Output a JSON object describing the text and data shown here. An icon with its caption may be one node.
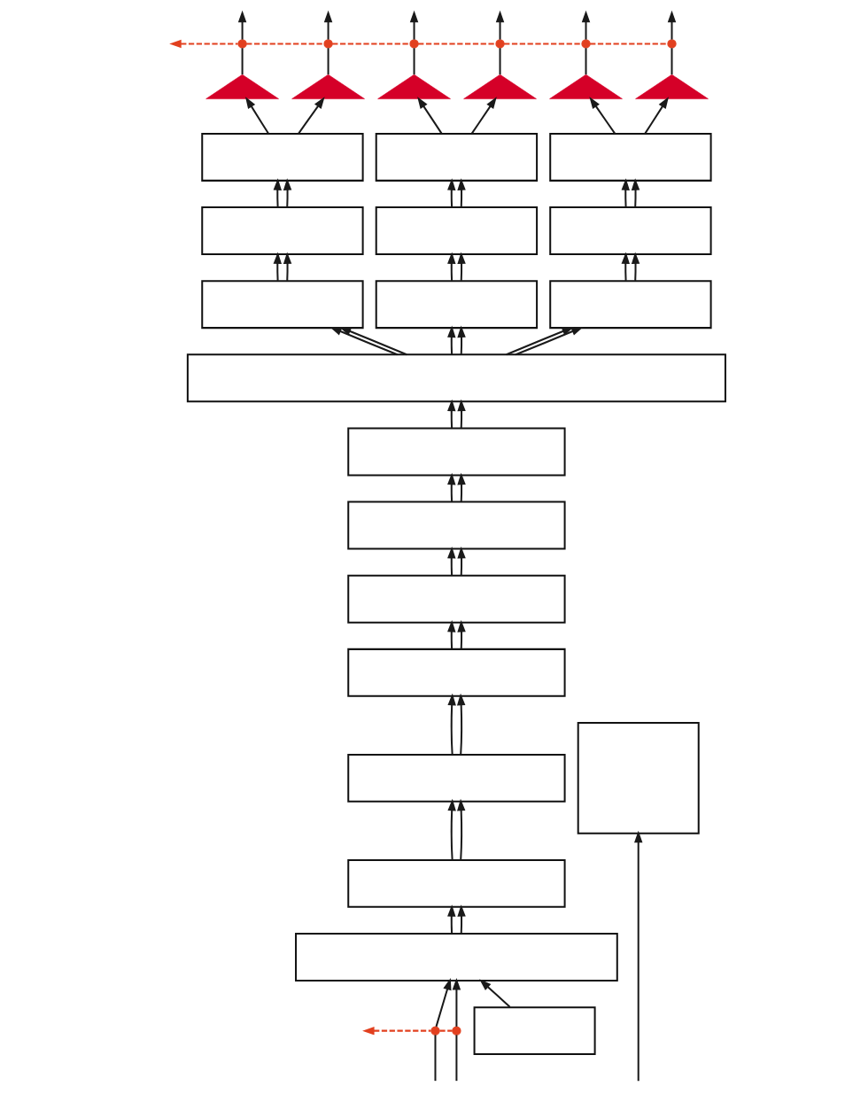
{
  "diagram": {
    "nodes": [
      {
        "text": [],
        "shape": "dot"
      },
      {
        "text": [],
        "shape": "dot"
      },
      {
        "text": [],
        "shape": "dot"
      },
      {
        "text": [],
        "shape": "dot"
      },
      {
        "text": [],
        "shape": "dot"
      },
      {
        "text": [],
        "shape": "dot"
      },
      {
        "text": [],
        "shape": "triangle"
      },
      {
        "text": [],
        "shape": "triangle"
      },
      {
        "text": [],
        "shape": "triangle"
      },
      {
        "text": [],
        "shape": "triangle"
      },
      {
        "text": [],
        "shape": "triangle"
      },
      {
        "text": [],
        "shape": "triangle"
      },
      {
        "text": [],
        "shape": "box"
      },
      {
        "text": [],
        "shape": "box"
      },
      {
        "text": [],
        "shape": "box"
      },
      {
        "text": [],
        "shape": "box"
      },
      {
        "text": [],
        "shape": "box"
      },
      {
        "text": [],
        "shape": "box"
      },
      {
        "text": [],
        "shape": "box"
      },
      {
        "text": [],
        "shape": "box"
      },
      {
        "text": [],
        "shape": "box"
      },
      {
        "text": [],
        "shape": "box"
      },
      {
        "text": [],
        "shape": "box"
      },
      {
        "text": [],
        "shape": "box"
      },
      {
        "text": [],
        "shape": "box"
      },
      {
        "text": [],
        "shape": "box"
      },
      {
        "text": [],
        "shape": "box"
      },
      {
        "text": [],
        "shape": "box"
      },
      {
        "text": [],
        "shape": "box"
      },
      {
        "text": [],
        "shape": "box"
      },
      {
        "text": [],
        "shape": "dot"
      },
      {
        "text": [],
        "shape": "dot"
      },
      {
        "text": [],
        "shape": "box"
      }
    ],
    "edges": [
      {
        "from": 6,
        "to": 0,
        "arrow": "none"
      },
      {
        "from": 7,
        "to": 1,
        "arrow": "none"
      },
      {
        "from": 8,
        "to": 2,
        "arrow": "none"
      },
      {
        "from": 9,
        "to": 3,
        "arrow": "none"
      },
      {
        "from": 10,
        "to": 4,
        "arrow": "none"
      },
      {
        "from": 11,
        "to": 5,
        "arrow": "none"
      },
      {
        "from": 0,
        "to": null,
        "arrow": "to",
        "style": "dashed",
        "color": "#e2401f"
      },
      {
        "from": 0,
        "to": null,
        "arrow": "to"
      },
      {
        "from": 1,
        "to": null,
        "arrow": "to"
      },
      {
        "from": 2,
        "to": null,
        "arrow": "to"
      },
      {
        "from": 3,
        "to": null,
        "arrow": "to"
      },
      {
        "from": 4,
        "to": null,
        "arrow": "to"
      },
      {
        "from": 5,
        "to": null,
        "arrow": "to"
      },
      {
        "from": 5,
        "to": 4,
        "arrow": "none",
        "style": "dashed",
        "color": "#e2401f"
      },
      {
        "from": 4,
        "to": 3,
        "arrow": "none",
        "style": "dashed",
        "color": "#e2401f"
      },
      {
        "from": 3,
        "to": 2,
        "arrow": "none",
        "style": "dashed",
        "color": "#e2401f"
      },
      {
        "from": 2,
        "to": 1,
        "arrow": "none",
        "style": "dashed",
        "color": "#e2401f"
      },
      {
        "from": 1,
        "to": 0,
        "arrow": "none",
        "style": "dashed",
        "color": "#e2401f"
      },
      {
        "from": 12,
        "to": 6,
        "arrow": "to"
      },
      {
        "from": 12,
        "to": 7,
        "arrow": "to"
      },
      {
        "from": 13,
        "to": 8,
        "arrow": "to"
      },
      {
        "from": 13,
        "to": 9,
        "arrow": "to"
      },
      {
        "from": 14,
        "to": 10,
        "arrow": "to"
      },
      {
        "from": 14,
        "to": 11,
        "arrow": "to"
      },
      {
        "from": 15,
        "to": 12,
        "arrow": "to"
      },
      {
        "from": 15,
        "to": 12,
        "arrow": "to"
      },
      {
        "from": 16,
        "to": 13,
        "arrow": "to"
      },
      {
        "from": 16,
        "to": 13,
        "arrow": "to"
      },
      {
        "from": 17,
        "to": 14,
        "arrow": "to"
      },
      {
        "from": 17,
        "to": 14,
        "arrow": "to"
      },
      {
        "from": 18,
        "to": 15,
        "arrow": "to"
      },
      {
        "from": 18,
        "to": 15,
        "arrow": "to"
      },
      {
        "from": 19,
        "to": 16,
        "arrow": "to"
      },
      {
        "from": 19,
        "to": 16,
        "arrow": "to"
      },
      {
        "from": 20,
        "to": 17,
        "arrow": "to"
      },
      {
        "from": 20,
        "to": 17,
        "arrow": "to"
      },
      {
        "from": 21,
        "to": 18,
        "arrow": "to"
      },
      {
        "from": 21,
        "to": 18,
        "arrow": "to"
      },
      {
        "from": 21,
        "to": 19,
        "arrow": "to"
      },
      {
        "from": 21,
        "to": 19,
        "arrow": "to"
      },
      {
        "from": 21,
        "to": 20,
        "arrow": "to"
      },
      {
        "from": 21,
        "to": 20,
        "arrow": "to"
      },
      {
        "from": 22,
        "to": 21,
        "arrow": "to"
      },
      {
        "from": 22,
        "to": 21,
        "arrow": "to"
      },
      {
        "from": 23,
        "to": 22,
        "arrow": "to"
      },
      {
        "from": 23,
        "to": 22,
        "arrow": "to"
      },
      {
        "from": 24,
        "to": 23,
        "arrow": "to"
      },
      {
        "from": 24,
        "to": 23,
        "arrow": "to"
      },
      {
        "from": 25,
        "to": 24,
        "arrow": "to"
      },
      {
        "from": 25,
        "to": 24,
        "arrow": "to"
      },
      {
        "from": 26,
        "to": 25,
        "arrow": "to"
      },
      {
        "from": 26,
        "to": 25,
        "arrow": "to"
      },
      {
        "from": 28,
        "to": 26,
        "arrow": "to"
      },
      {
        "from": 28,
        "to": 26,
        "arrow": "to"
      },
      {
        "from": 29,
        "to": 28,
        "arrow": "to"
      },
      {
        "from": 29,
        "to": 28,
        "arrow": "to"
      },
      {
        "from": null,
        "to": 27,
        "arrow": "to"
      },
      {
        "from": 30,
        "to": 29,
        "arrow": "to"
      },
      {
        "from": 31,
        "to": 29,
        "arrow": "to"
      },
      {
        "from": 32,
        "to": 29,
        "arrow": "to"
      },
      {
        "from": 30,
        "to": null,
        "arrow": "to",
        "style": "dashed",
        "color": "#e2401f"
      },
      {
        "from": null,
        "to": 30,
        "arrow": "none"
      },
      {
        "from": null,
        "to": 31,
        "arrow": "none"
      },
      {
        "from": 31,
        "to": 30,
        "arrow": "none",
        "style": "dashed",
        "color": "#e2401f"
      }
    ]
  }
}
